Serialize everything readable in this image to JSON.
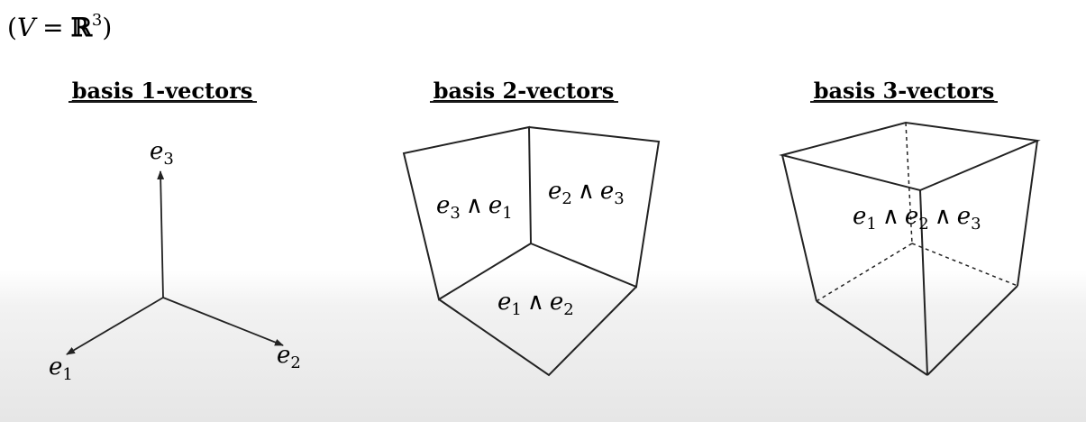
{
  "space_label": {
    "open": "(",
    "var": "V",
    "eq": "=",
    "set": "ℝ",
    "exp": "3",
    "close": ")"
  },
  "panels": [
    {
      "heading": "basis 1-vectors",
      "vectors": [
        {
          "base": "e",
          "sub": "3"
        },
        {
          "base": "e",
          "sub": "2"
        },
        {
          "base": "e",
          "sub": "1"
        }
      ]
    },
    {
      "heading": "basis 2-vectors",
      "planes": [
        {
          "a": "e",
          "a_sub": "3",
          "op": "∧",
          "b": "e",
          "b_sub": "1"
        },
        {
          "a": "e",
          "a_sub": "2",
          "op": "∧",
          "b": "e",
          "b_sub": "3"
        },
        {
          "a": "e",
          "a_sub": "1",
          "op": "∧",
          "b": "e",
          "b_sub": "2"
        }
      ]
    },
    {
      "heading": "basis 3-vectors",
      "volume": {
        "a": "e",
        "a_sub": "1",
        "op1": "∧",
        "b": "e",
        "b_sub": "2",
        "op2": "∧",
        "c": "e",
        "c_sub": "3"
      }
    }
  ]
}
